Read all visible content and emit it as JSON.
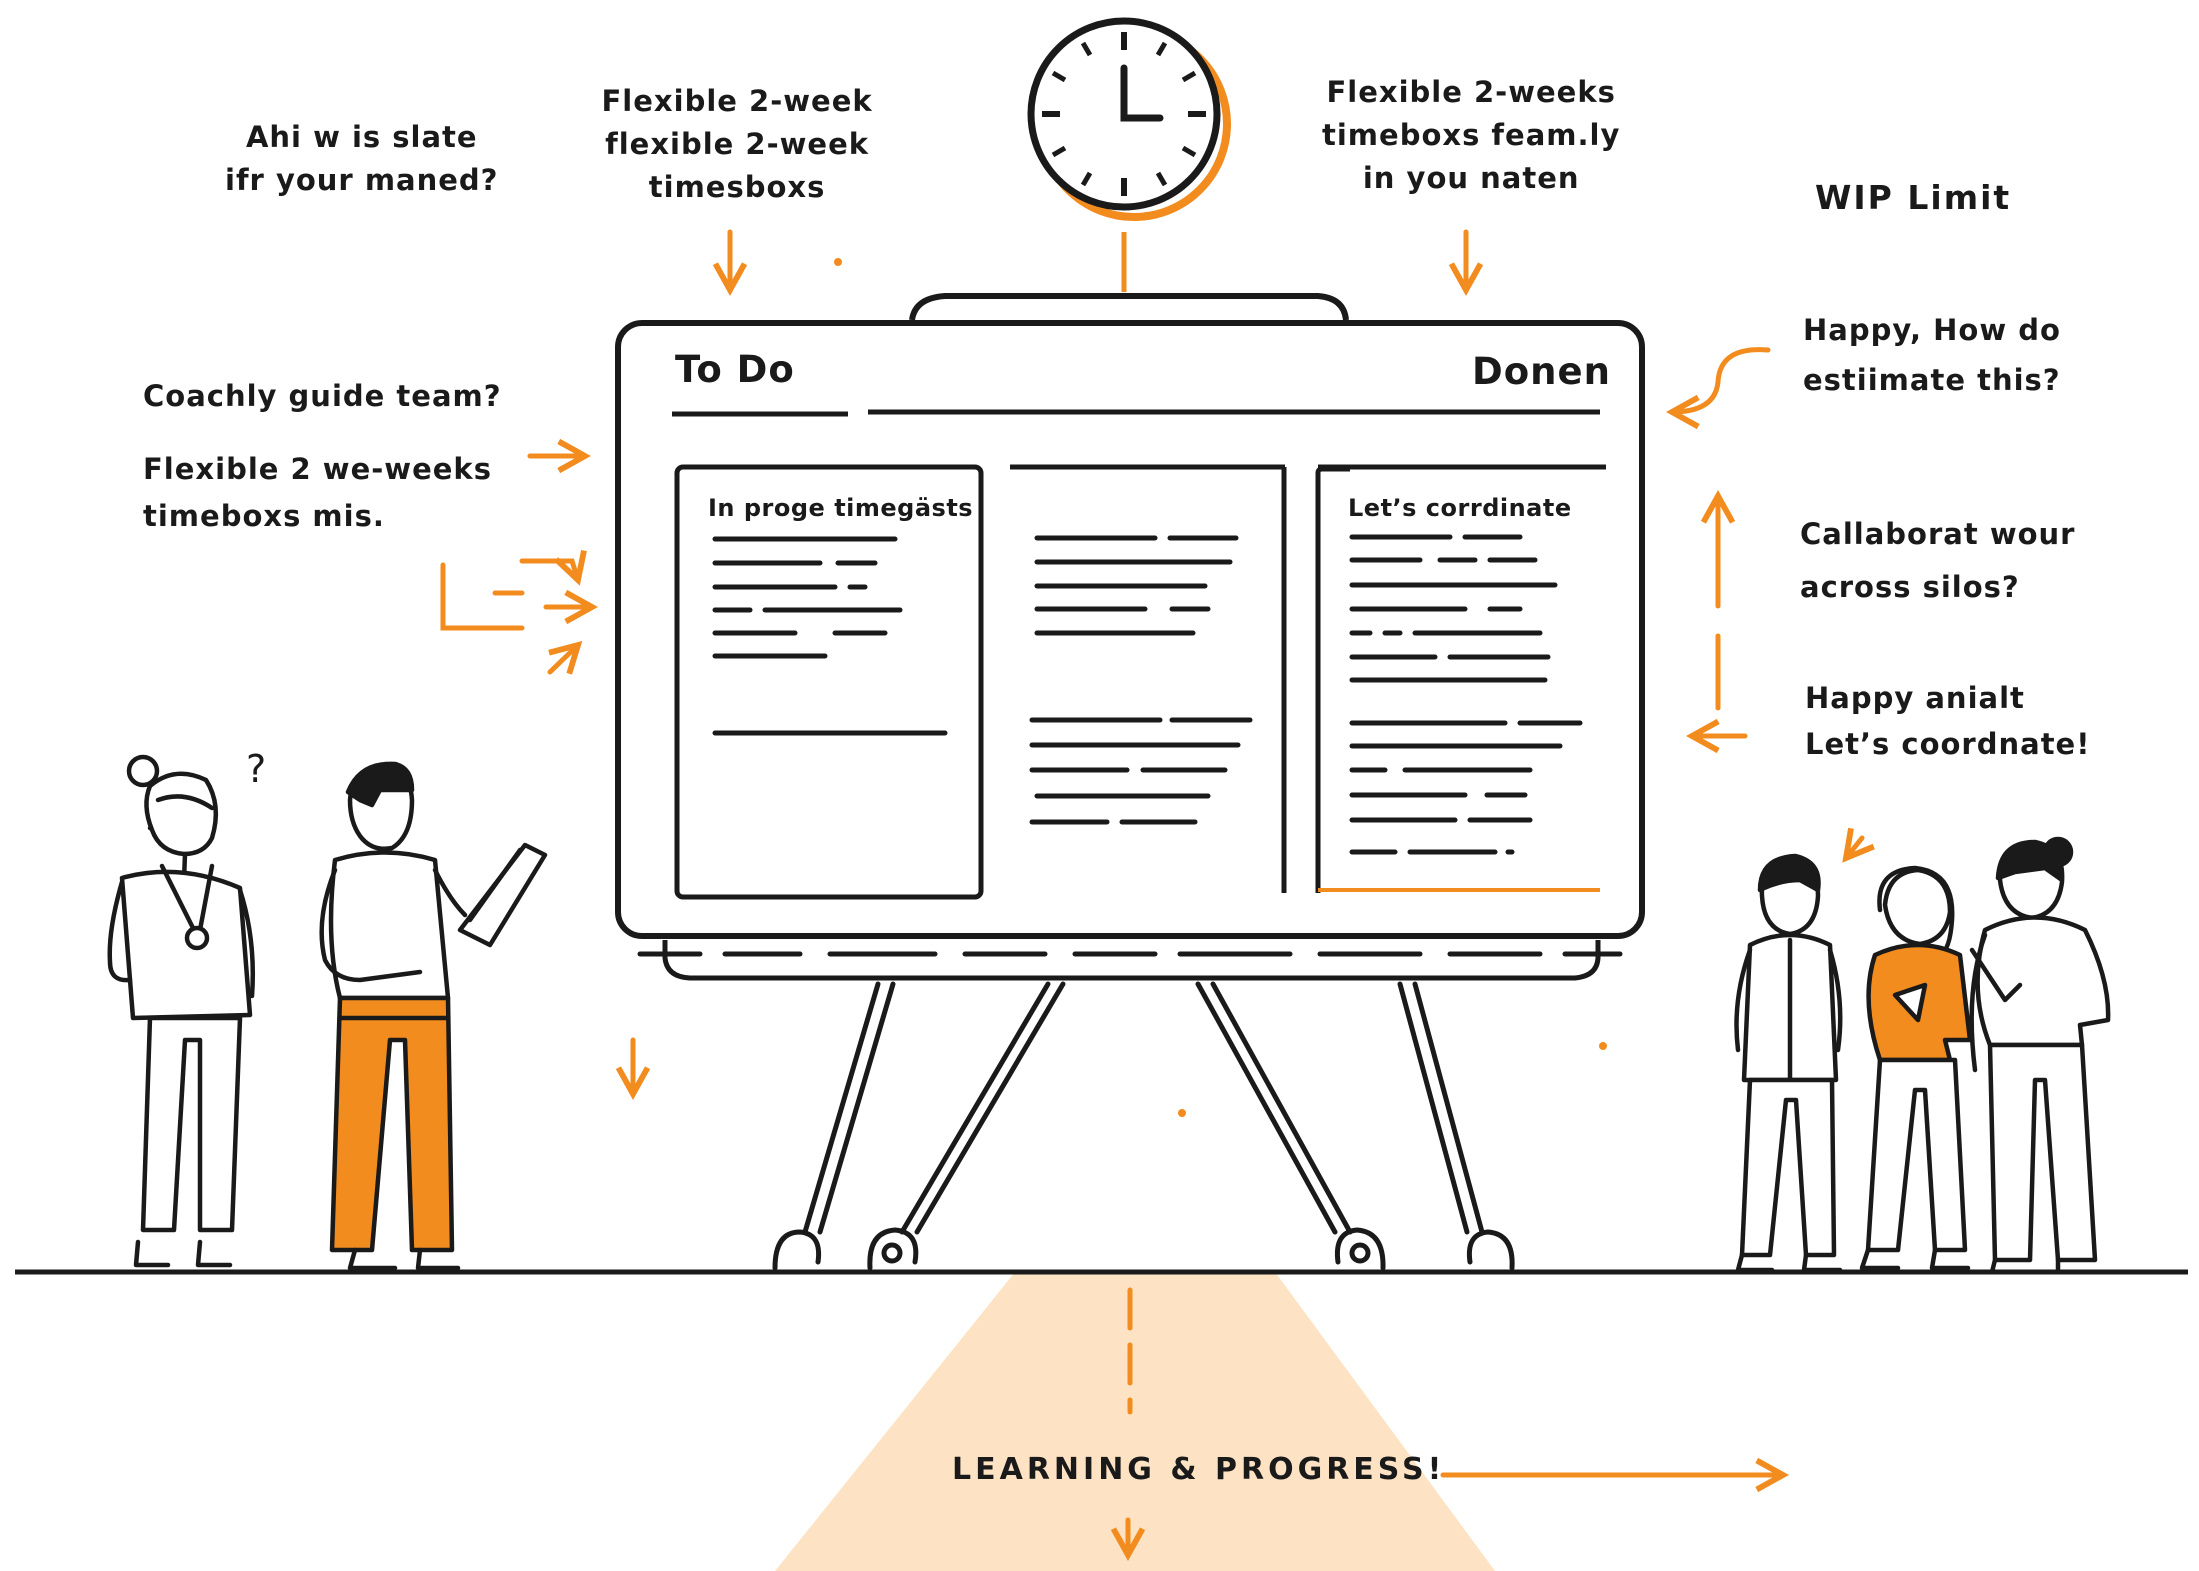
{
  "theme": {
    "accent": "#f28c1e",
    "ink": "#1a1a1a",
    "glow": "#fde3c3"
  },
  "icons": [
    "clock-icon",
    "arrow-icon",
    "question-mark-icon"
  ],
  "annotations": {
    "top_left": [
      "Ahi w is slate",
      "ifr your maned?"
    ],
    "top_center": [
      "Flexible 2-week",
      "flexible 2-week",
      "timesboxs"
    ],
    "top_right": [
      "Flexible 2-weeks",
      "timeboxs feam.ly",
      "in you naten"
    ],
    "wip": "WIP Limit",
    "left_1": "Coachly guide team?",
    "left_2": [
      "Flexible 2 we-weeks",
      "timeboxs mis."
    ],
    "right_1": [
      "Happy, How do",
      "estiimate this?"
    ],
    "right_2": [
      "Callaborat wour",
      "across silos?"
    ],
    "right_3": [
      "Happy anialt",
      "Let’s coordnate!"
    ]
  },
  "board": {
    "col_left": "To Do",
    "col_right": "Donen",
    "card_1_title": "In proge timegästs",
    "card_3_title": "Let’s corrdinate"
  },
  "banner": {
    "text": "LEARNING  &  PROGRESS!"
  },
  "question_mark": "?"
}
